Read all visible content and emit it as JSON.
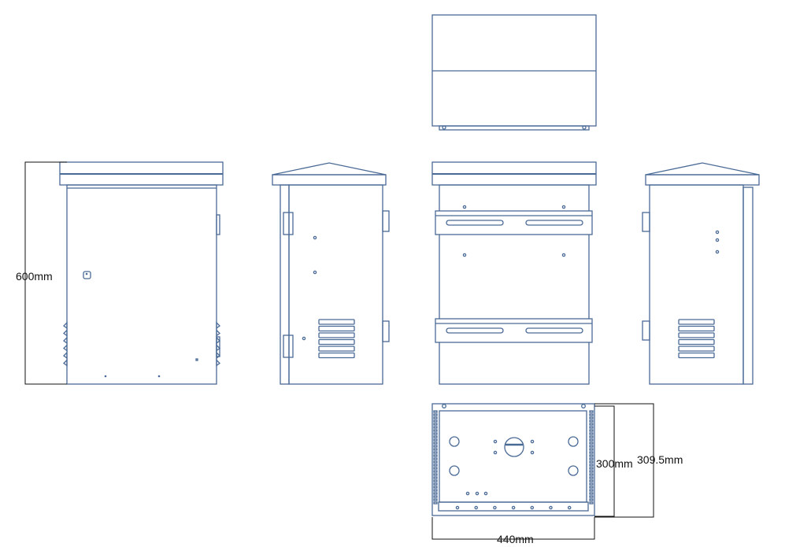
{
  "drawing": {
    "stroke_color": "#4a6a96",
    "dimensions": {
      "height": "600mm",
      "depth_inner": "300mm",
      "depth_outer": "309.5mm",
      "width": "440mm"
    },
    "views": [
      "top",
      "front",
      "left-side",
      "back",
      "right-side",
      "bottom"
    ]
  }
}
